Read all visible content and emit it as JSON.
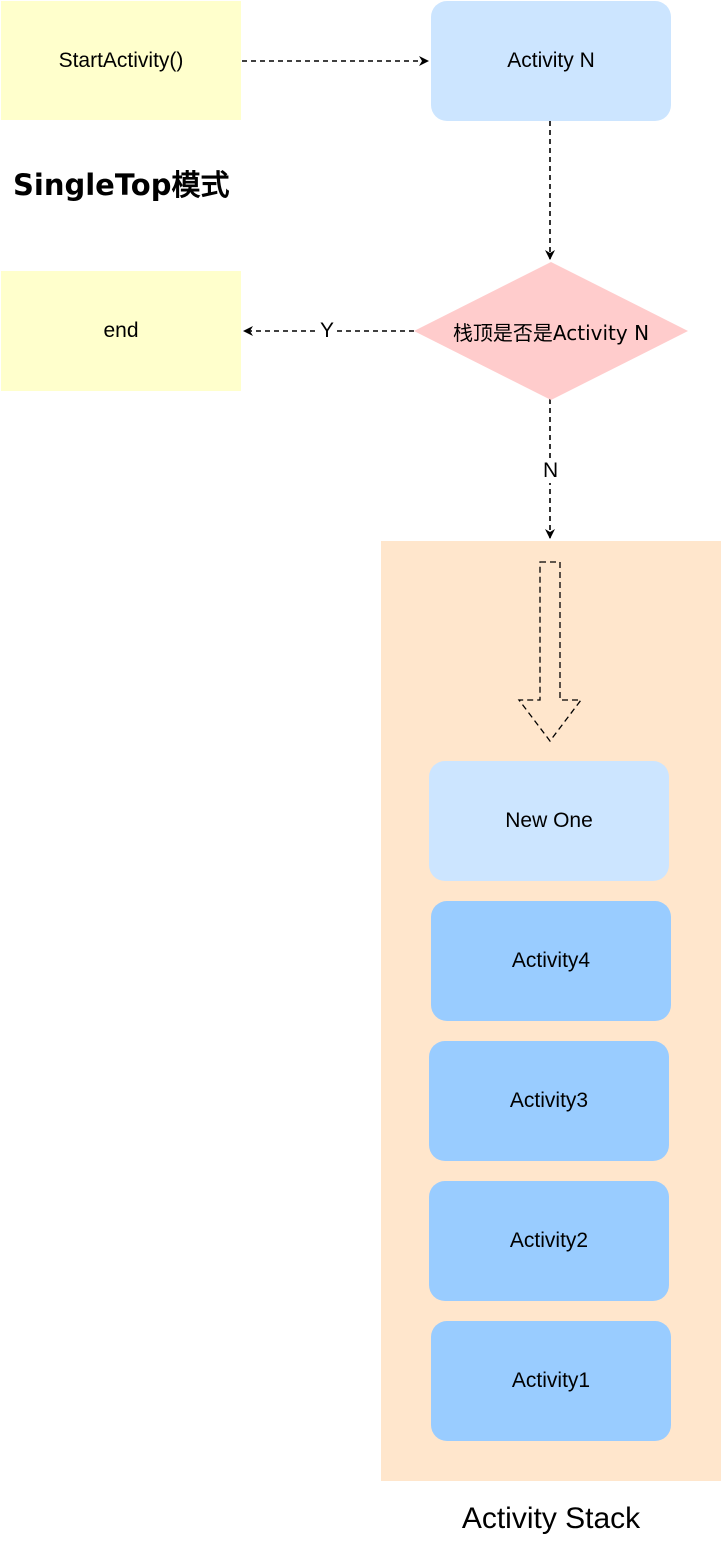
{
  "diagram": {
    "title": "SingleTop模式",
    "nodes": {
      "start": "StartActivity()",
      "activity_n": "Activity N",
      "decision": "栈顶是否是Activity N",
      "end": "end",
      "new_one": "New One",
      "activity4": "Activity4",
      "activity3": "Activity3",
      "activity2": "Activity2",
      "activity1": "Activity1"
    },
    "edge_labels": {
      "yes": "Y",
      "no": "N"
    },
    "stack_label": "Activity Stack",
    "colors": {
      "note_yellow": "#ffffcc",
      "light_blue": "#cce5ff",
      "mid_blue": "#99ccff",
      "decision_red": "#ffcccc",
      "stack_orange": "#ffe6cc"
    }
  }
}
